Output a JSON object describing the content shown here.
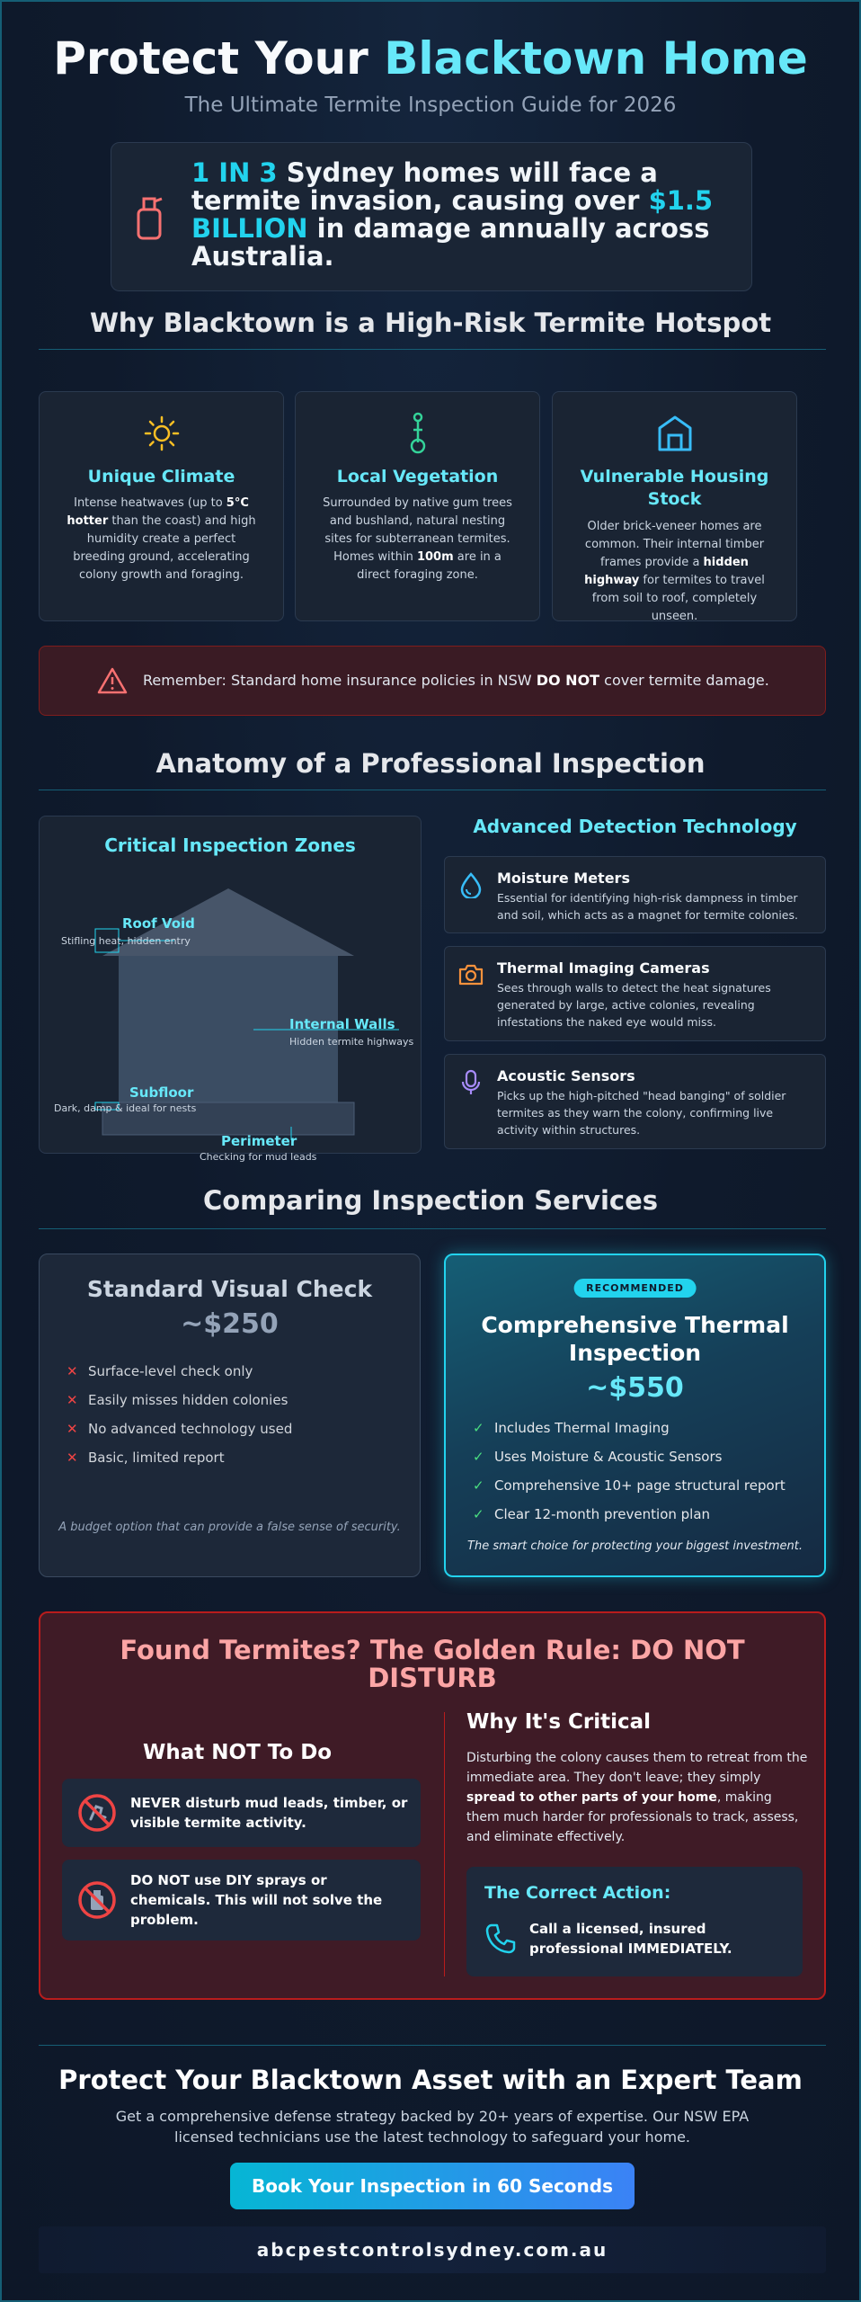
{
  "header": {
    "title_a": "Protect Your ",
    "title_b": "Blacktown Home",
    "subtitle": "The Ultimate Termite Inspection Guide for 2026"
  },
  "stat": {
    "icon": "spray-bottle-icon",
    "hl1": "1 IN 3",
    "t1": " Sydney homes will face a termite invasion, causing over ",
    "hl2": "$1.5 BILLION",
    "t2": " in damage annually across Australia."
  },
  "why": {
    "title": "Why Blacktown is a High-Risk Termite Hotspot",
    "cards": [
      {
        "icon": "sun-icon",
        "title": "Unique Climate",
        "p1": "Intense heatwaves (up to ",
        "b1": "5°C hotter",
        "p2": " than the coast) and high humidity create a perfect breeding ground, accelerating colony growth and foraging."
      },
      {
        "icon": "thermometer-icon",
        "title": "Local Vegetation",
        "p1": "Surrounded by native gum trees and bushland, natural nesting sites for subterranean termites. Homes within ",
        "b1": "100m",
        "p2": " are in a direct foraging zone."
      },
      {
        "icon": "house-icon",
        "title": "Vulnerable Housing Stock",
        "p1": "Older brick-veneer homes are common. Their internal timber frames provide a ",
        "b1": "hidden highway",
        "p2": " for termites to travel from soil to roof, completely unseen."
      }
    ],
    "warning": {
      "t1": "Remember: Standard home insurance policies in NSW ",
      "b1": "DO NOT",
      "t2": " cover termite damage."
    }
  },
  "anatomy": {
    "title": "Anatomy of a Professional Inspection",
    "zones_title": "Critical Inspection Zones",
    "zones": [
      {
        "label": "Roof Void",
        "sub": "Stifling heat, hidden entry"
      },
      {
        "label": "Internal Walls",
        "sub": "Hidden termite highways"
      },
      {
        "label": "Subfloor",
        "sub": "Dark, damp & ideal for nests"
      },
      {
        "label": "Perimeter",
        "sub": "Checking for mud leads"
      }
    ],
    "tech_title": "Advanced Detection Technology",
    "tech": [
      {
        "icon": "water-drop-icon",
        "title": "Moisture Meters",
        "desc": "Essential for identifying high-risk dampness in timber and soil, which acts as a magnet for termite colonies."
      },
      {
        "icon": "camera-icon",
        "title": "Thermal Imaging Cameras",
        "desc": "Sees through walls to detect the heat signatures generated by large, active colonies, revealing infestations the naked eye would miss."
      },
      {
        "icon": "microphone-icon",
        "title": "Acoustic Sensors",
        "desc": "Picks up the high-pitched \"head banging\" of soldier termites as they warn the colony, confirming live activity within structures."
      }
    ]
  },
  "services": {
    "title": "Comparing Inspection Services",
    "standard": {
      "title": "Standard Visual Check",
      "price": "~$250",
      "items": [
        "Surface-level check only",
        "Easily misses hidden colonies",
        "No advanced technology used",
        "Basic, limited report"
      ],
      "footer": "A budget option that can provide a false sense of security."
    },
    "comprehensive": {
      "badge": "RECOMMENDED",
      "title": "Comprehensive Thermal Inspection",
      "price": "~$550",
      "items": [
        "Includes Thermal Imaging",
        "Uses Moisture & Acoustic Sensors",
        "Comprehensive 10+ page structural report",
        "Clear 12-month prevention plan"
      ],
      "footer": "The smart choice for protecting your biggest investment."
    },
    "cross_mark": "✕",
    "check_mark": "✓"
  },
  "found": {
    "title": "Found Termites? The Golden Rule: DO NOT DISTURB",
    "dont_title": "What NOT To Do",
    "dont": [
      {
        "icon": "no-touch-icon",
        "text": "NEVER disturb mud leads, timber, or visible termite activity."
      },
      {
        "icon": "no-spray-icon",
        "text": "DO NOT use DIY sprays or chemicals. This will not solve the problem."
      }
    ],
    "why_title": "Why It's Critical",
    "why_t1": "Disturbing the colony causes them to retreat from the immediate area. They don't leave; they simply ",
    "why_b1": "spread to other parts of your home",
    "why_t2": ", making them much harder for professionals to track, assess, and eliminate effectively.",
    "correct_title": "The Correct Action:",
    "correct_icon": "phone-icon",
    "correct_text": "Call a licensed, insured professional IMMEDIATELY."
  },
  "cta": {
    "title": "Protect Your Blacktown Asset with an Expert Team",
    "sub": "Get a comprehensive defense strategy backed by 20+ years of expertise. Our NSW EPA licensed technicians use the latest technology to safeguard your home.",
    "button": "Book Your Inspection in 60 Seconds",
    "site": "abcpestcontrolsydney.com.au"
  },
  "colors": {
    "accent": "#22d3ee",
    "danger": "#ef4444",
    "success": "#4ade80",
    "background": "#0f1a2c"
  }
}
